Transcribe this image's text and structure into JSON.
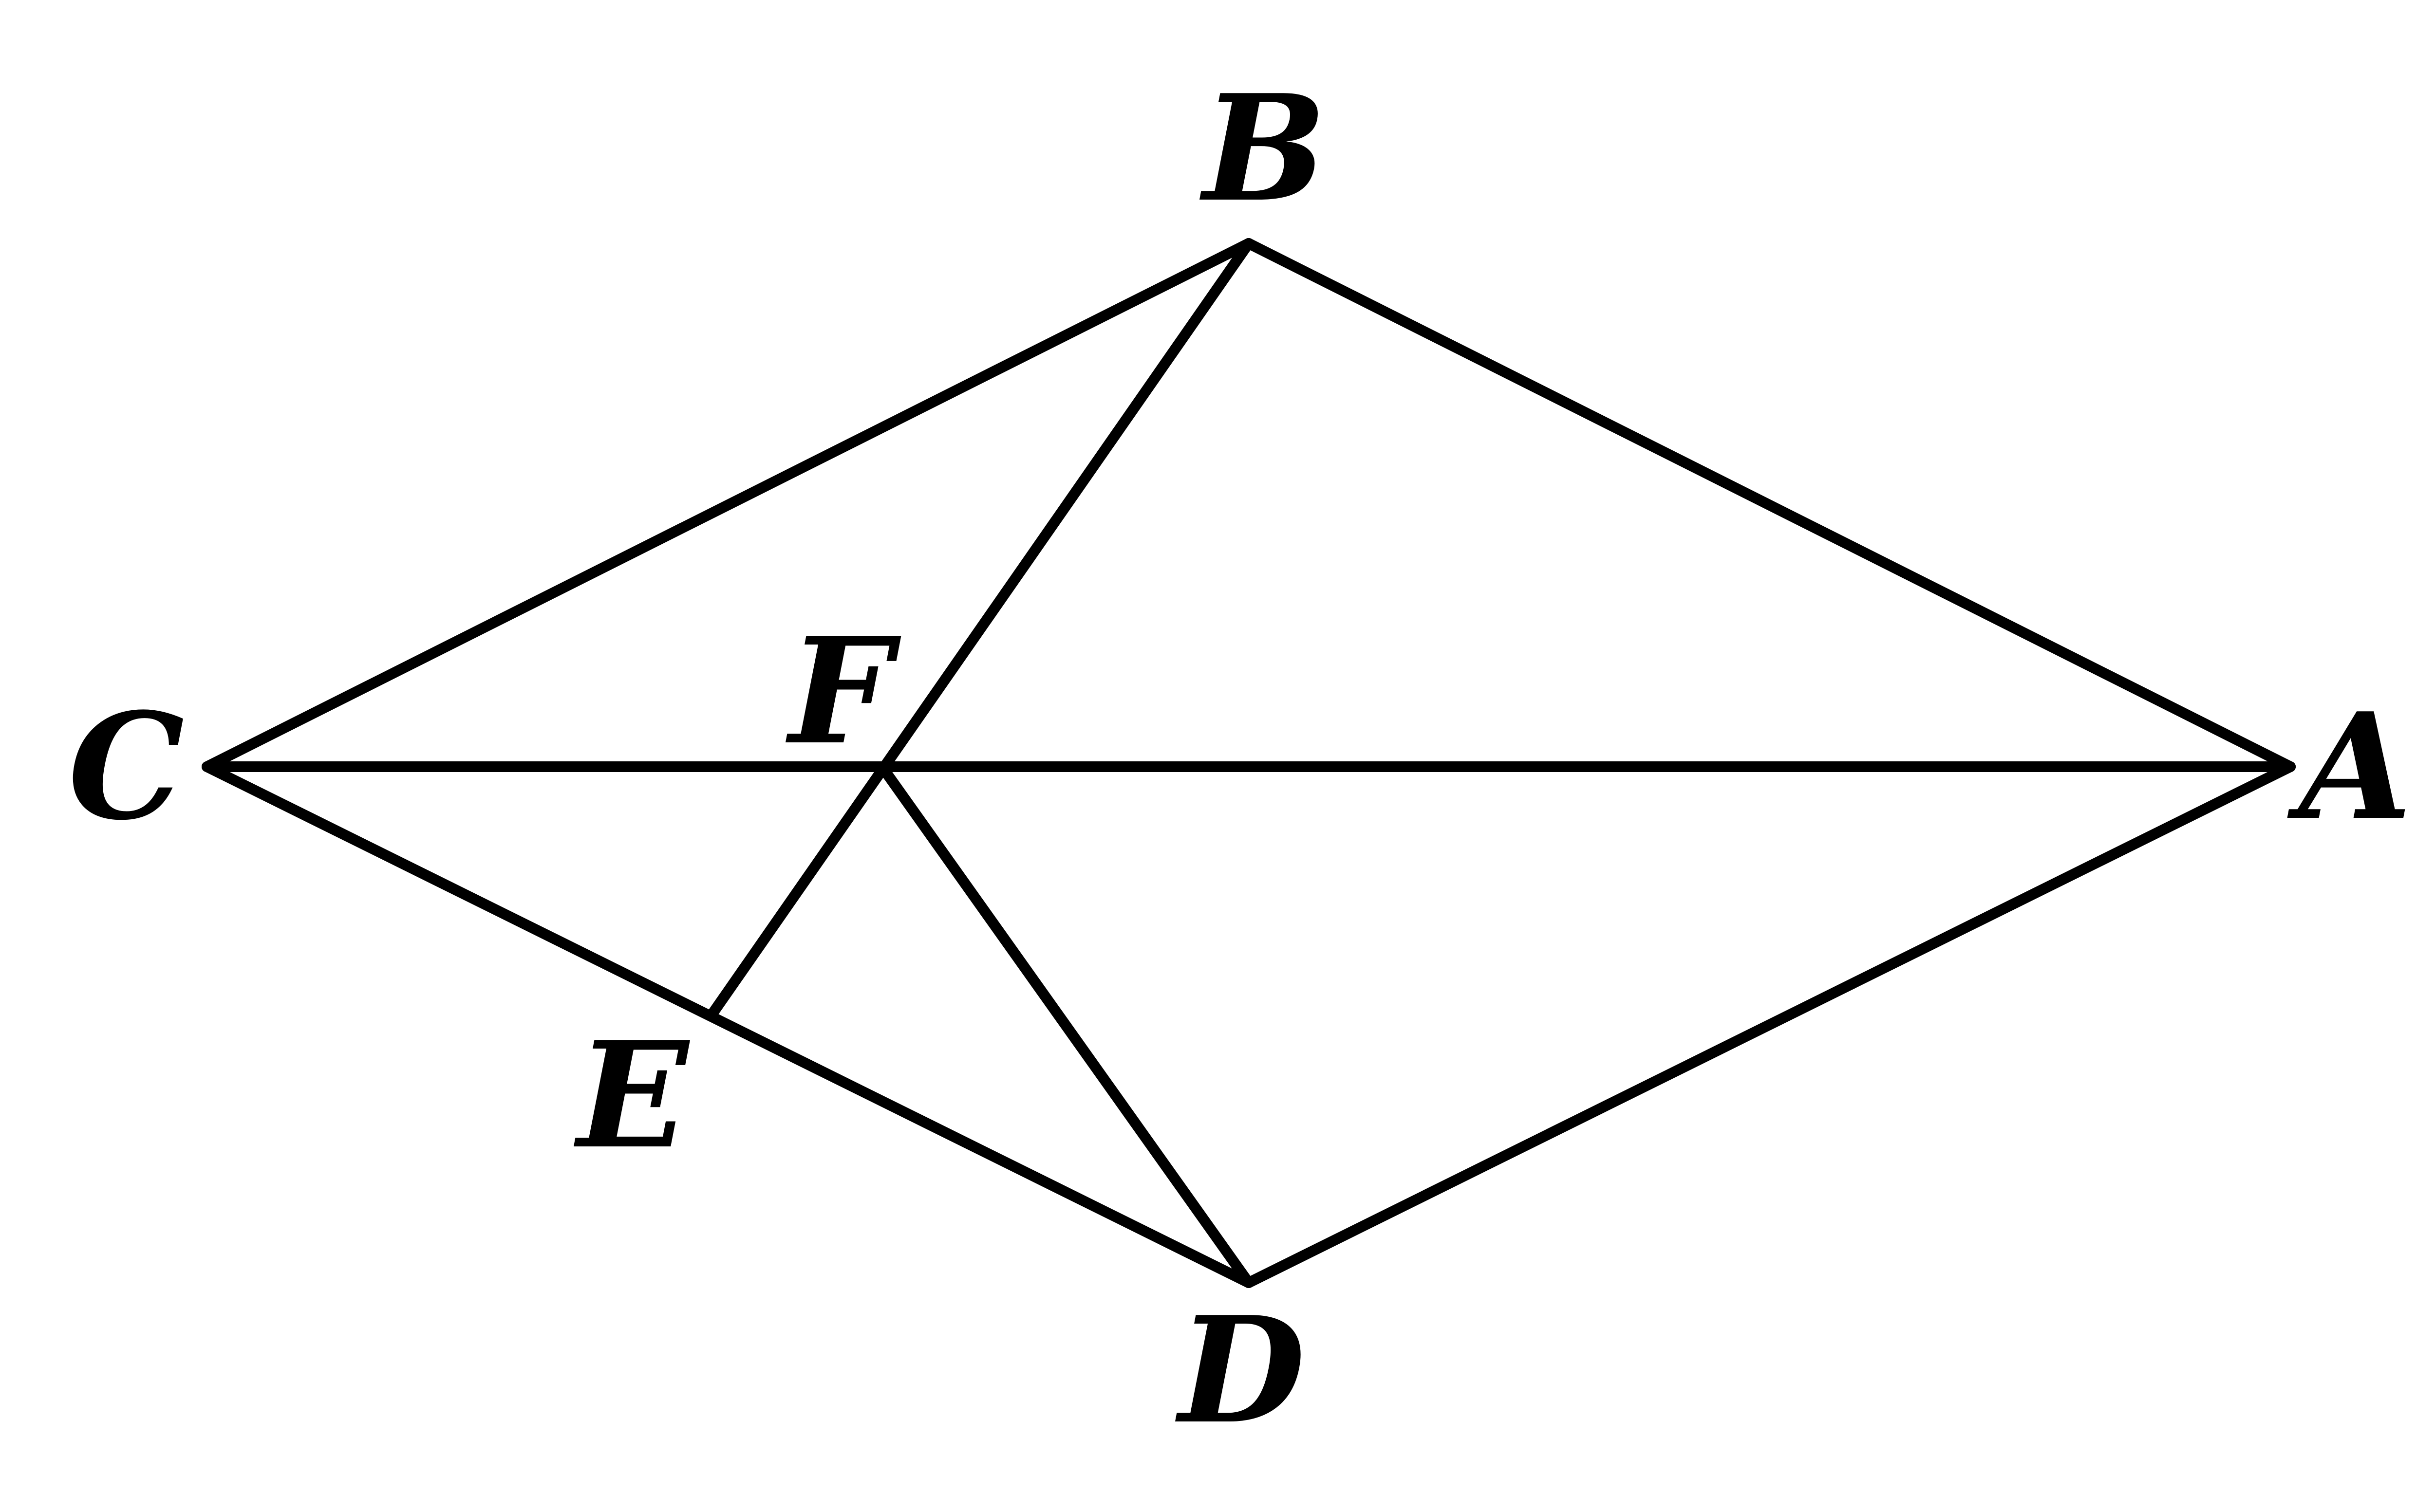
{
  "figure": {
    "points": {
      "A": "A",
      "B": "B",
      "C": "C",
      "D": "D",
      "E": "E",
      "F": "F"
    },
    "segments": [
      "CB",
      "BA",
      "AD",
      "DC",
      "CA",
      "BE",
      "FD"
    ],
    "line_color": "#000000"
  }
}
